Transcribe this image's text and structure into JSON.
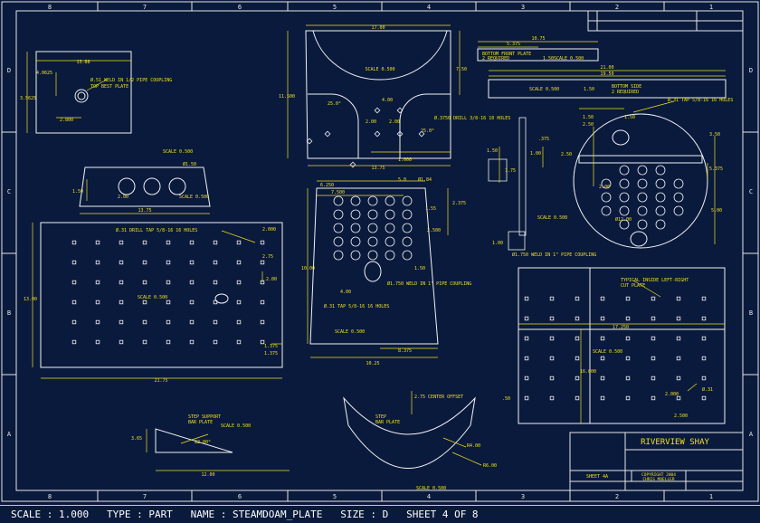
{
  "colors": {
    "background": "#0a1a3c",
    "frame": "#e6e6e6",
    "geometry": "#f2f2f2",
    "dimension": "#f0e020",
    "status_text": "#ffffff"
  },
  "status_bar": "SCALE : 1.000   TYPE : PART   NAME : STEAMDOAM_PLATE   SIZE : D   SHEET 4 OF 8",
  "zone_labels": {
    "top": [
      "8",
      "7",
      "6",
      "5",
      "4",
      "3",
      "2",
      "1"
    ],
    "side": [
      "D",
      "C",
      "B",
      "A"
    ]
  },
  "title_block": {
    "company": "RIVERVIEW SHAY",
    "sheet": "SHEET 4A",
    "copyright_line1": "COPYRIGHT 2004",
    "copyright_line2": "CHRIS MOELLER"
  },
  "views": {
    "top_left_plate": {
      "len": "13.88",
      "height": "3.5625",
      "d1": "4.0625",
      "d2": "2.800",
      "note1": "Ø.51 WELD IN 1/2 PIPE COUPLING",
      "note2": "TOP BEST PLATE",
      "scale": "SCALE  0.500"
    },
    "curved_plate_top": {
      "width": "17.00",
      "height_left": "11.500",
      "height_right": "7.50",
      "scale": "SCALE  0.500",
      "angle": "25.0°",
      "d1": "4.00",
      "d2": "2.00",
      "d3": "2.00",
      "note": "Ø.3750 DRILL 3/8-16 10 HOLES",
      "d4": "1.000",
      "bottom": "13.75",
      "angle2": "25.0°"
    },
    "slot_plate": {
      "hole": "Ø1.50",
      "h": "1.50",
      "d1": "2.00",
      "scale": "SCALE  0.500",
      "len": "13.75"
    },
    "big_plate_left": {
      "note": "Ø.31 DRILL TAP 5/8-16 16 HOLES",
      "width_top": "2.000",
      "height": "13.00",
      "scale": "SCALE  0.500",
      "h2": "2.00",
      "d1": "1.375",
      "d2": "1.375",
      "len": "21.75",
      "pitch": "2.75"
    },
    "center_plate": {
      "top": "5.0",
      "d1": "6.250",
      "d2": "7.500",
      "hole": "Ø1.84",
      "r1": "1.55",
      "r2": "2.375",
      "r3": "2.500",
      "h": "10.00",
      "d3": "1.50",
      "note": "Ø1.750 WELD IN 1\" PIPE COUPLING",
      "d4": "4.00",
      "note2": "Ø.31 TAP 5/8-16 16 HOLES",
      "scale": "SCALE  0.500",
      "b1": "8.375",
      "b2": "10.25"
    },
    "bottom_front_plate": {
      "width": "10.75",
      "d1": "5.375",
      "name": "BOTTOM FRONT PLATE",
      "qty": "2 REQUIRED",
      "h": "1.50",
      "scale": "SCALE  0.500"
    },
    "bottom_side": {
      "width1": "21.00",
      "width2": "19.50",
      "scale": "SCALE  0.500",
      "h": "1.50",
      "name": "BOTTOM SIDE",
      "qty": "2 REQUIRED"
    },
    "round_plate": {
      "note": "Ø.31 TAP 5/8-16 16 HOLES",
      "d1": "1.50",
      "d2": "2.50",
      "d3": "1.50",
      "d4": "5.375",
      "d5": "3.50",
      "d6": "5.00",
      "d7": "2.00",
      "dia": "Ø12.00",
      "scale": "SCALE  0.500",
      "note2": "Ø1.750 WELD IN 1\" PIPE COUPLING",
      "d8": ".375",
      "d9": "1.00",
      "d10": "1.50",
      "d11": "2.50",
      "d12": "1.75",
      "d13": "1.00"
    },
    "right_bottom_plate": {
      "note1": "TYPICAL INSIDE LEFT-RIGHT",
      "note2": "CUT PLATE",
      "width": "17.250",
      "scale": "SCALE  0.500",
      "h": "16.000",
      "d1": ".50",
      "d2": "2.000",
      "d3": "2.500",
      "hole": "Ø.31"
    },
    "step_support": {
      "title": "STEP SUPPORT",
      "sub": "BAR PLATE",
      "scale": "SCALE  0.500",
      "h": "3.65",
      "ang": "22.00°",
      "len": "12.00"
    },
    "step_plate": {
      "title": "STEP",
      "sub": "BAR PLATE",
      "offset": "2.75 CENTER OFFSET",
      "r1": "R4.00",
      "r2": "R6.00",
      "scale": "SCALE  0.500"
    }
  }
}
